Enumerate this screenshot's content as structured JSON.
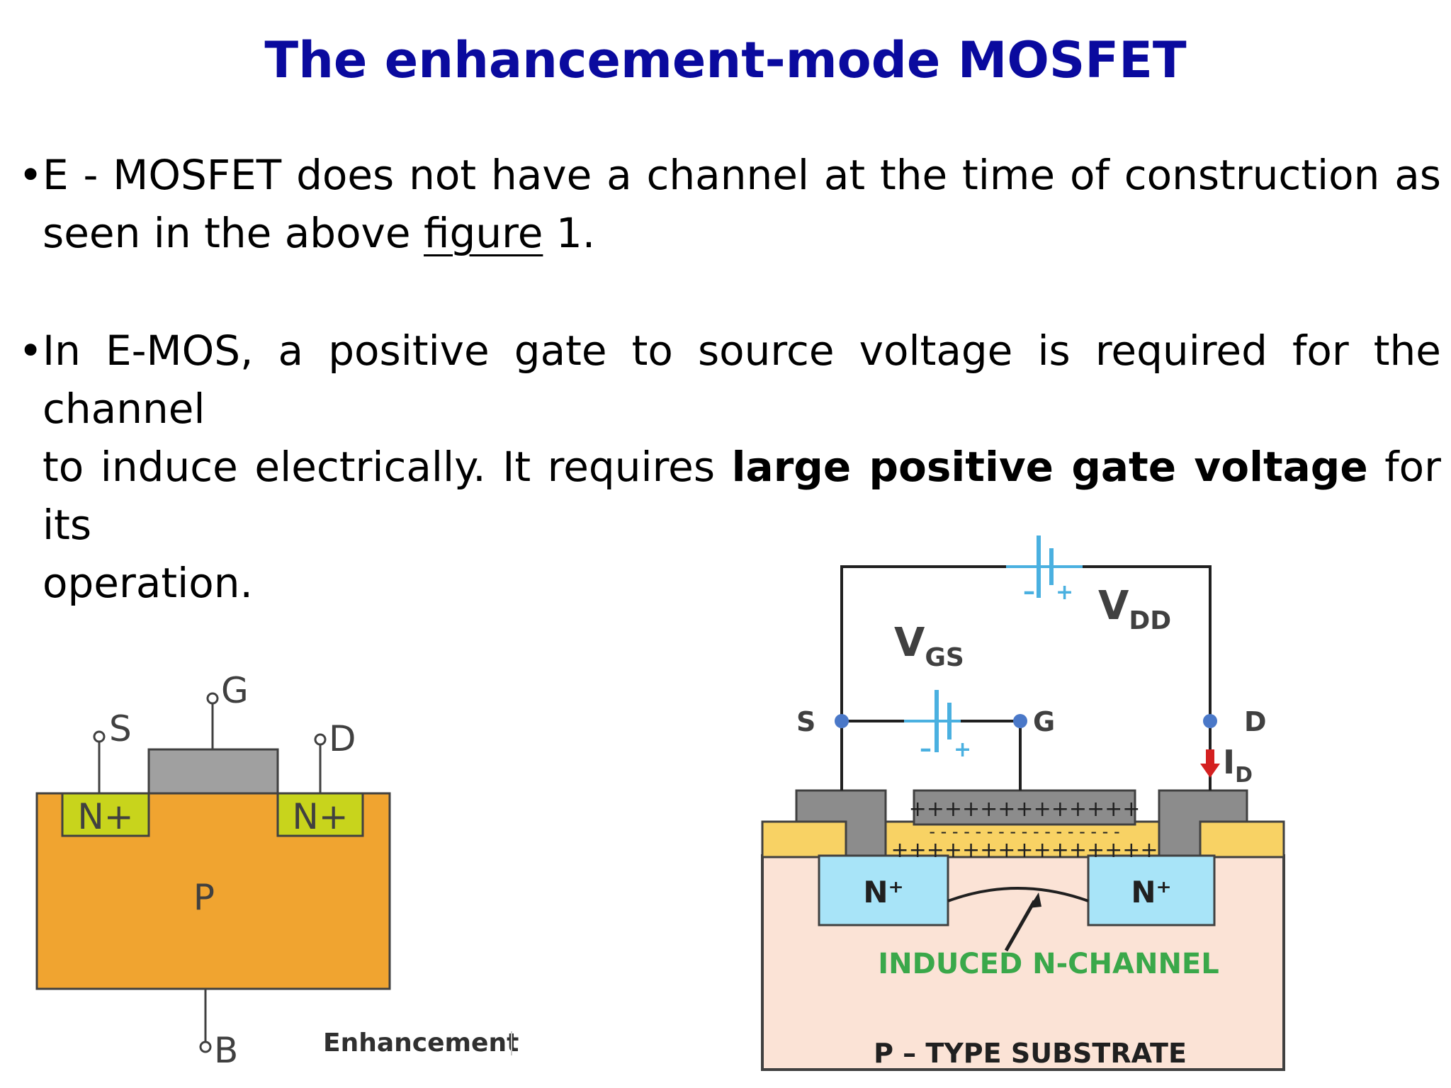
{
  "slide": {
    "title": "The enhancement-mode MOSFET",
    "bullet_char": "•",
    "bullet1": {
      "line1": "E - MOSFET does not have a channel at the time of construction as",
      "line2_prefix": "seen in the above ",
      "line2_link": "figure",
      "line2_suffix": " 1."
    },
    "bullet2": {
      "line1": "In E-MOS, a positive gate to source voltage is required for the channel",
      "line2_prefix": "to induce electrically. It requires ",
      "line2_bold": "large positive gate voltage",
      "line2_suffix": " for its",
      "line3": "operation."
    }
  },
  "left_figure": {
    "terminal_source": "S",
    "terminal_gate": "G",
    "terminal_drain": "D",
    "terminal_body": "B",
    "region_left": "N+",
    "region_right": "N+",
    "substrate": "P",
    "caption": "Enhancement",
    "colors": {
      "substrate": "#f0a430",
      "n_region": "#c8d41c",
      "gate": "#a0a0a0"
    }
  },
  "right_figure": {
    "label_vdd": "V",
    "label_vdd_sub": "DD",
    "label_vgs": "V",
    "label_vgs_sub": "GS",
    "terminal_s": "S",
    "terminal_g": "G",
    "terminal_d": "D",
    "label_id": "I",
    "label_id_sub": "D",
    "battery_minus": "–",
    "battery_plus": "+",
    "gate_charges": "+++++++++++++",
    "electron_row": "- - - - - - - - - - - - - - - - -",
    "induced_charges": "+++++++++++++++",
    "region_left": "N⁺",
    "region_right": "N⁺",
    "channel_label": "INDUCED N-CHANNEL",
    "substrate_label": "P – TYPE SUBSTRATE",
    "colors": {
      "substrate": "#fbe3d6",
      "n_region": "#a8e4f8",
      "oxide": "#f8d264",
      "metal": "#8c8c8c",
      "channel_text": "#3aa84a",
      "battery": "#4ab0e0",
      "arrow": "#d42020",
      "terminal_dot": "#4a78c8"
    }
  }
}
